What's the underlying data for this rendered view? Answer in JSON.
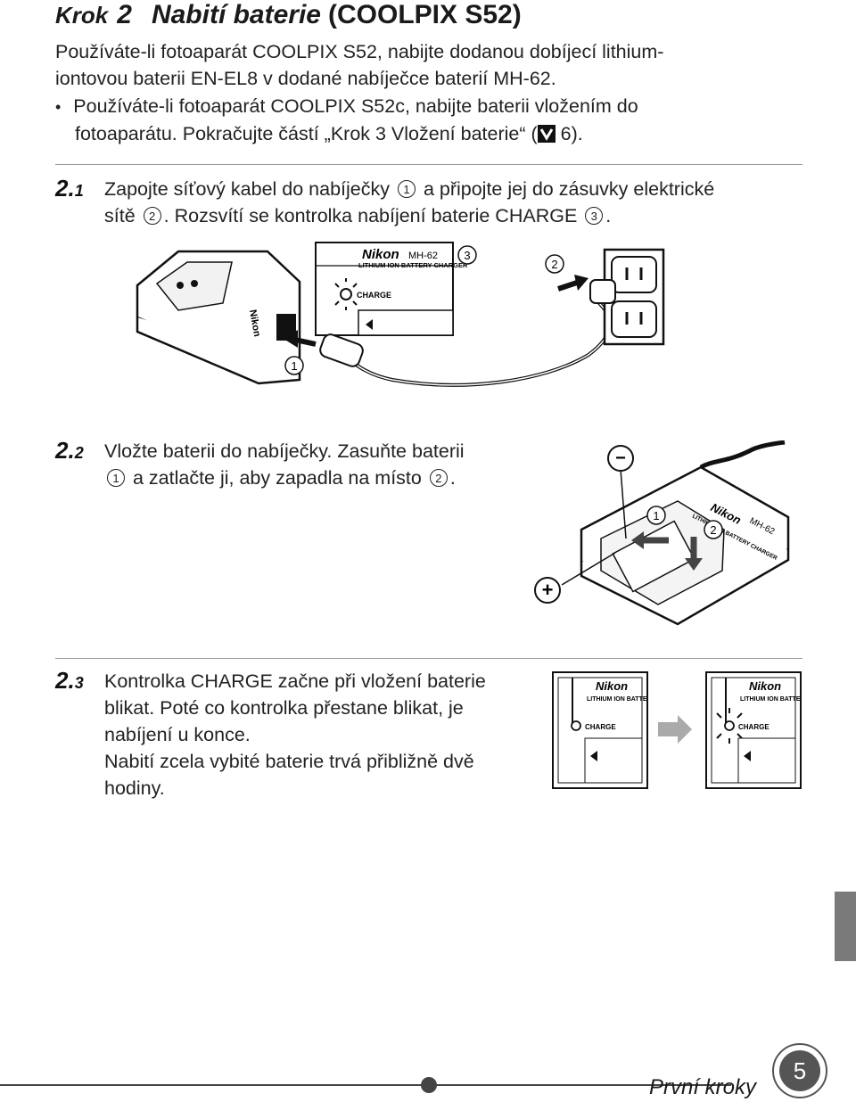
{
  "header": {
    "krok": "Krok",
    "krok_number": "2",
    "title": "Nabití baterie",
    "model": "(COOLPIX S52)"
  },
  "intro": {
    "line1": "Používáte-li fotoaparát COOLPIX S52, nabijte dodanou dobíjecí lithium-",
    "line2": "iontovou baterii EN-EL8 v dodané nabíječce baterií MH-62.",
    "bullet_line1": "Používáte-li fotoaparát COOLPIX S52c, nabijte baterii vložením do",
    "bullet_line2_a": "fotoaparátu. Pokračujte částí „Krok 3 Vložení baterie“ (",
    "bullet_line2_b": " 6)."
  },
  "steps": {
    "s1": {
      "main": "2.",
      "sub": "1",
      "line1_a": "Zapojte síťový kabel do nabíječky ",
      "line1_b": " a připojte jej do zásuvky elektrické",
      "line2_a": "sítě ",
      "line2_b": ". Rozsvítí se kontrolka nabíjení baterie CHARGE ",
      "line2_c": "."
    },
    "s2": {
      "main": "2.",
      "sub": "2",
      "line1": "Vložte baterii do nabíječky. Zasuňte baterii",
      "line2_b": " a zatlačte ji, aby zapadla na místo ",
      "line2_c": "."
    },
    "s3": {
      "main": "2.",
      "sub": "3",
      "line1": "Kontrolka CHARGE začne při vložení baterie",
      "line2": "blikat. Poté co kontrolka přestane blikat, je",
      "line3": "nabíjení u konce.",
      "line4": "Nabití zcela vybité baterie trvá přibližně dvě",
      "line5": "hodiny."
    }
  },
  "markers": {
    "one": "1",
    "two": "2",
    "three": "3"
  },
  "figure1": {
    "brand": "Nikon",
    "model": "MH-62",
    "subtitle": "LITHIUM ION BATTERY CHARGER",
    "charge": "CHARGE",
    "charger_label": "Nikon"
  },
  "figure2": {
    "brand": "Nikon",
    "model": "MH-62",
    "subtitle": "LITHIUM ION BATTERY CHARGER",
    "minus": "−",
    "plus": "+"
  },
  "figure3": {
    "brand": "Nikon",
    "subtitle": "LITHIUM ION BATTE",
    "charge": "CHARGE"
  },
  "footer": {
    "section": "První kroky",
    "page": "5"
  },
  "icons": [
    "camera-reference-icon",
    "arrow-right-icon",
    "plug-icon",
    "wall-outlet-icon"
  ]
}
